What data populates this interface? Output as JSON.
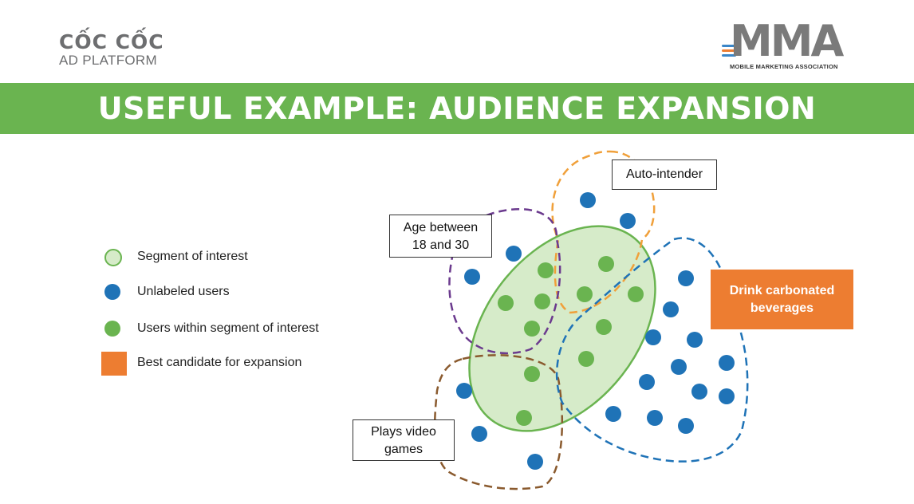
{
  "logo_left": {
    "brand": "CỐC CỐC",
    "sub": "AD PLATFORM",
    "accent_color": "#f0803a"
  },
  "logo_right": {
    "mark": "MMA",
    "full_name": "MOBILE MARKETING ASSOCIATION",
    "bar_colors": [
      "#3a86c8",
      "#ed7d31",
      "#3a86c8"
    ]
  },
  "title": "USEFUL EXAMPLE: AUDIENCE EXPANSION",
  "colors": {
    "banner": "#6ab450",
    "unlabeled": "#1f73b7",
    "segment_dot": "#6ab450",
    "segment_fill": "#d6ebc9",
    "candidate": "#ed7d31"
  },
  "legend": [
    {
      "symbol": "segment-ring",
      "label": "Segment of interest"
    },
    {
      "symbol": "blue-dot",
      "label": "Unlabeled users"
    },
    {
      "symbol": "green-dot",
      "label": "Users within segment of interest"
    },
    {
      "symbol": "orange-square",
      "label": "Best candidate for expansion"
    }
  ],
  "groups": {
    "auto": {
      "label": "Auto-intender",
      "color": "#f0a03a"
    },
    "age": {
      "label_line1": "Age between",
      "label_line2": "18 and 30",
      "color": "#6b3a8e"
    },
    "games": {
      "label_line1": "Plays video",
      "label_line2": "games",
      "color": "#8a5a2e"
    },
    "drink": {
      "label_line1": "Drink carbonated",
      "label_line2": "beverages",
      "color": "#1f73b7"
    }
  }
}
